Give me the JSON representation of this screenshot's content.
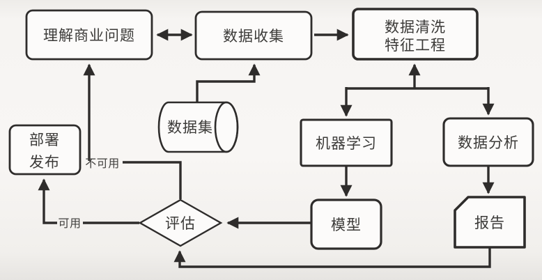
{
  "diagram": {
    "nodes": {
      "understand_business": "理解商业问题",
      "data_collection": "数据收集",
      "data_cleaning": {
        "line1": "数据清洗",
        "line2": "特征工程"
      },
      "dataset": "数据集",
      "machine_learning": "机器学习",
      "data_analysis": "数据分析",
      "deploy": {
        "line1": "部署",
        "line2": "发布"
      },
      "evaluation": "评估",
      "model": "模型",
      "report": "报告"
    },
    "edge_labels": {
      "not_usable": "不可用",
      "usable": "可用"
    },
    "colors": {
      "stroke": "#2e2c2b",
      "node_fill": "#fcfbfa",
      "background": "#f3f1ef",
      "text": "#3b3a38"
    }
  }
}
